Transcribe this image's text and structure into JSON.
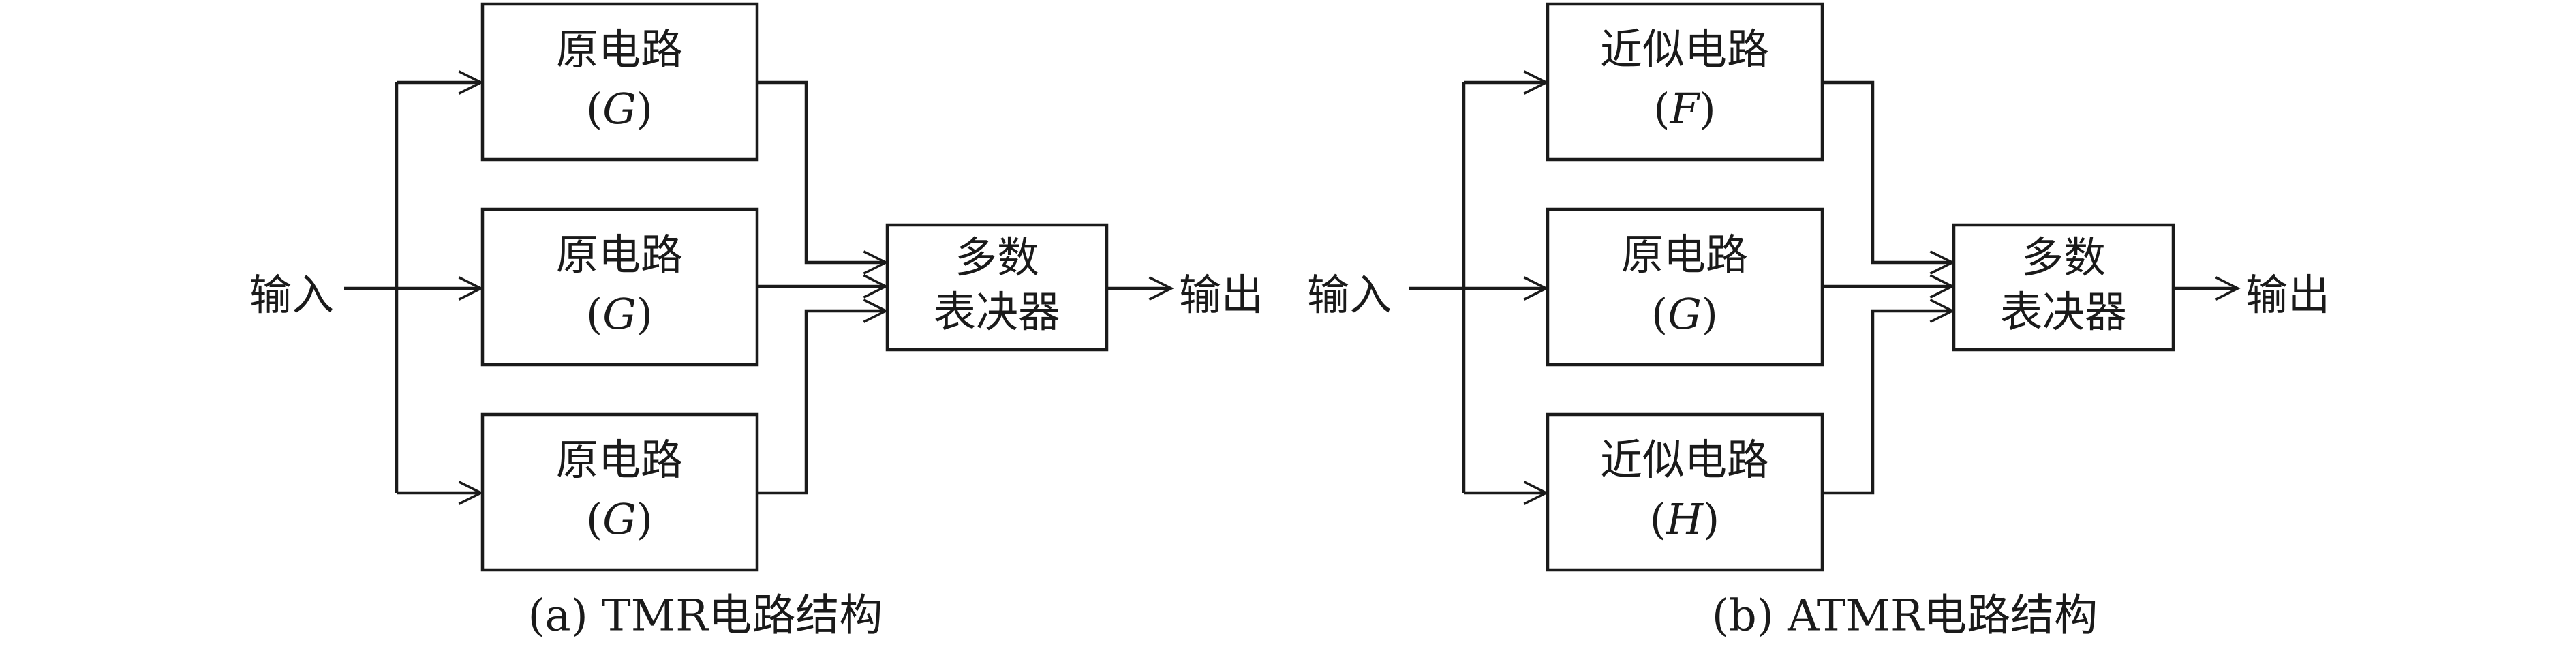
{
  "panels": {
    "a": {
      "input": "输入",
      "output": "输出",
      "blocks": [
        {
          "label": "原电路",
          "symbol_open": "(",
          "symbol": "G",
          "symbol_close": ")"
        },
        {
          "label": "原电路",
          "symbol_open": "(",
          "symbol": "G",
          "symbol_close": ")"
        },
        {
          "label": "原电路",
          "symbol_open": "(",
          "symbol": "G",
          "symbol_close": ")"
        }
      ],
      "voter": {
        "line1": "多数",
        "line2": "表决器"
      },
      "caption": "(a) TMR电路结构"
    },
    "b": {
      "input": "输入",
      "output": "输出",
      "blocks": [
        {
          "label": "近似电路",
          "symbol_open": "(",
          "symbol": "F",
          "symbol_close": ")"
        },
        {
          "label": "原电路",
          "symbol_open": "(",
          "symbol": "G",
          "symbol_close": ")"
        },
        {
          "label": "近似电路",
          "symbol_open": "(",
          "symbol": "H",
          "symbol_close": ")"
        }
      ],
      "voter": {
        "line1": "多数",
        "line2": "表决器"
      },
      "caption": "(b) ATMR电路结构"
    }
  },
  "colors": {
    "line": "#1a1a1a",
    "background": "#ffffff"
  }
}
